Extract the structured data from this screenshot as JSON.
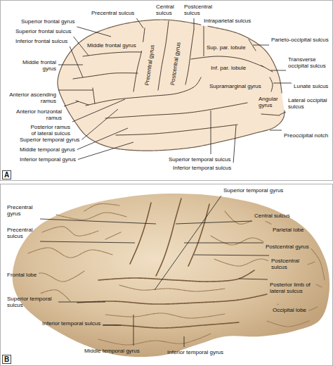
{
  "diagram": {
    "labels": [
      "Precentral sulcus",
      "Central sulcus",
      "Postcentral sulcus",
      "Intraparietal sulcus",
      "Superior frontal gyrus",
      "Middle frontal gyrus",
      "Superior frontal sulcus",
      "Inferior frontal sulcus",
      "Middle frontal gyrus",
      "Precentral gyrus",
      "Postcentral gyrus",
      "Sup. par. lobule",
      "Inf. par. lobule",
      "Parieto-occipital sulcus",
      "Transverse occipital sulcus",
      "Lunate sulcus",
      "Lateral occipital sulcus",
      "Preoccipital notch",
      "Anterior ascending ramus",
      "Anterior horizontal ramus",
      "Posterior ramus of lateral sulcus",
      "Superior temporal gyrus",
      "Middle temporal gyrus",
      "Inferior temporal gyrus",
      "Angular gyrus",
      "Supramarginal gyrus",
      "Superior temporal sulcus",
      "Inferior temporal sulcus",
      "A",
      "Superior temporal gyrus",
      "Precentral gyrus",
      "Precentral sulcus",
      "Central sulcus",
      "Parietal lobe",
      "Postcentral gyrus",
      "Postcentral sulcus",
      "Frontal lobe",
      "Posterior limb of lateral sulcus",
      "Superior temporal sulcus",
      "Occipital lobe",
      "Inferior temporal sulcus",
      "Middle temporal gyrus",
      "Inferior temporal gyrus",
      "B"
    ]
  }
}
